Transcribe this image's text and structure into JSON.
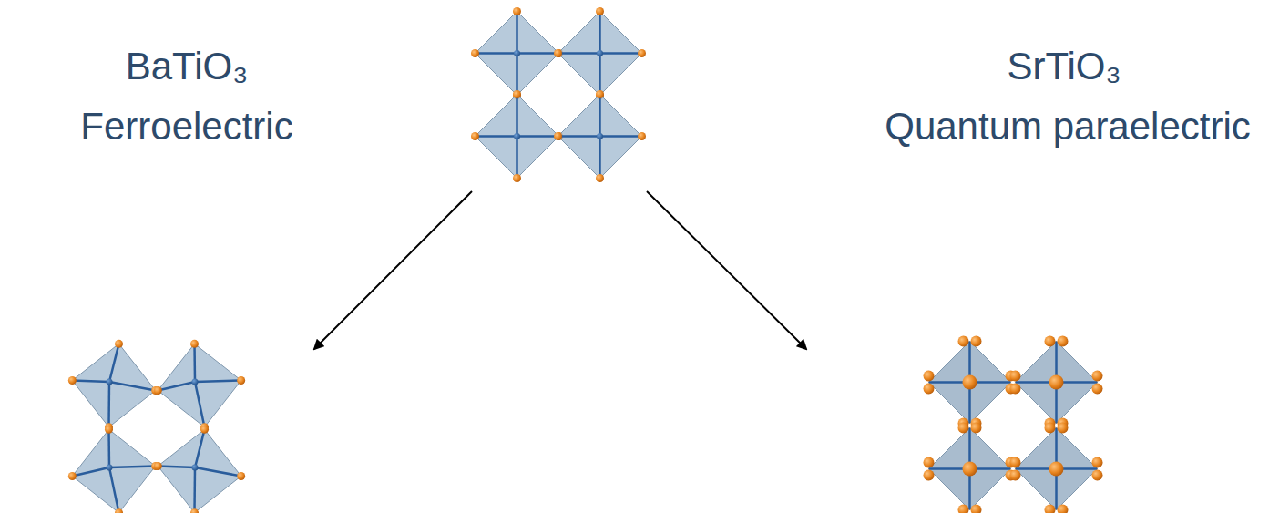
{
  "diagram": {
    "labels": [
      "BaTiO₃",
      "Ferroelectric",
      "SrTiO₃",
      "Quantum paraelectric"
    ]
  }
}
